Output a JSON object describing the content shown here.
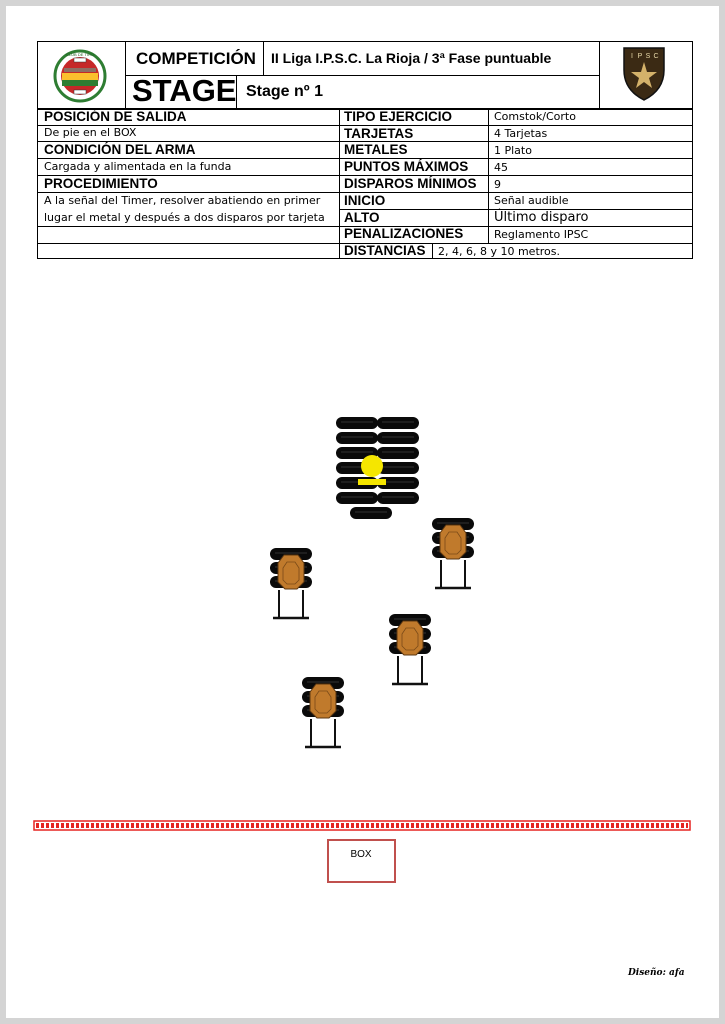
{
  "header": {
    "competition_label": "COMPETICIÓN",
    "competition_value": "II Liga I.P.S.C. La Rioja / 3ª Fase puntuable",
    "stage_label": "STAGE",
    "stage_value": "Stage nº 1",
    "left_logo_text": "CLUB DE TIRO",
    "right_logo_letters": [
      "I",
      "P",
      "S",
      "C"
    ]
  },
  "left_column": {
    "posicion_label": "POSICIÓN DE SALIDA",
    "posicion_value": "De pie en el BOX",
    "condicion_label": "CONDICIÓN DEL ARMA",
    "condicion_value": "Cargada y alimentada en la funda",
    "procedimiento_label": "PROCEDIMIENTO",
    "procedimiento_line1": "A la señal del Timer, resolver abatiendo en primer",
    "procedimiento_line2": "lugar el metal y después a dos disparos por tarjeta"
  },
  "right_column": {
    "tipo_label": "TIPO EJERCICIO",
    "tipo_value": "Comstok/Corto",
    "tarjetas_label": "TARJETAS",
    "tarjetas_value": "4 Tarjetas",
    "metales_label": "METALES",
    "metales_value": "1 Plato",
    "puntos_label": "PUNTOS MÁXIMOS",
    "puntos_value": "45",
    "disparos_label": "DISPAROS MÍNIMOS",
    "disparos_value": "9",
    "inicio_label": "INICIO",
    "inicio_value": "Señal audible",
    "alto_label": "ALTO",
    "alto_value": "Último disparo",
    "penalizaciones_label": "PENALIZACIONES",
    "penalizaciones_value": "Reglamento IPSC",
    "distancias_label": "DISTANCIAS",
    "distancias_value": "2, 4, 6, 8 y 10 metros."
  },
  "diagram": {
    "box_label": "BOX",
    "colors": {
      "tire": "#0a0a0a",
      "target": "#c07a2c",
      "plate": "#f5e600",
      "fault_line": "#e52421",
      "box_border": "#c0504d"
    }
  },
  "footer": {
    "design_credit": "Diseño: afa"
  }
}
